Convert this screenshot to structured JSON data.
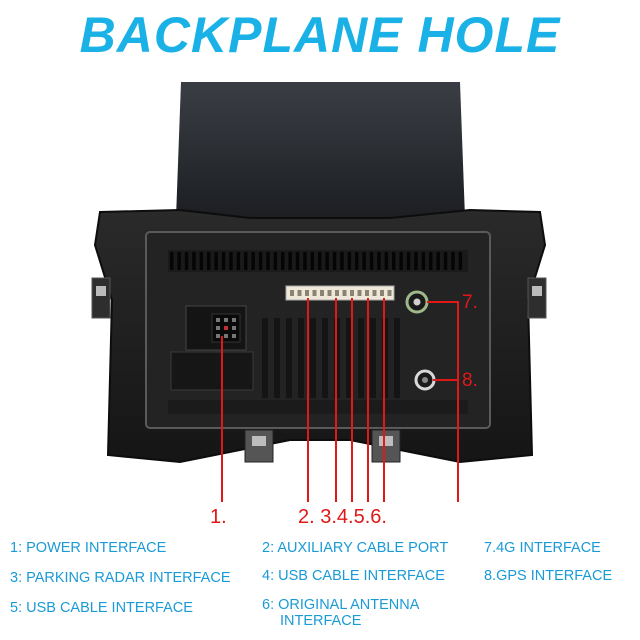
{
  "title": "BACKPLANE HOLE",
  "colors": {
    "title": "#1ab2e6",
    "labels": "#1a9ad6",
    "callouts": "#e01818",
    "device": "#1b1b1b"
  },
  "callout_numbers": {
    "n1": "1.",
    "group": "2. 3.4.5.6.",
    "n7": "7.",
    "n8": "8."
  },
  "legend": {
    "item1": "1: POWER INTERFACE",
    "item2": "2: AUXILIARY CABLE PORT",
    "item3": "3: PARKING RADAR INTERFACE",
    "item4": "4: USB CABLE INTERFACE",
    "item5": "5: USB CABLE INTERFACE",
    "item6_line1": "6: ORIGINAL ANTENNA",
    "item6_line2": "INTERFACE",
    "item7": "7.4G INTERFACE",
    "item8": "8.GPS INTERFACE"
  }
}
